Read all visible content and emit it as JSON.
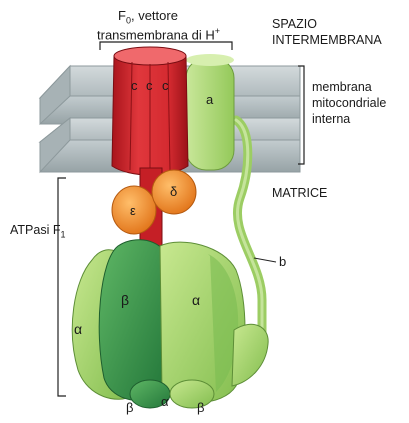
{
  "labels": {
    "f0_title_main": "F",
    "f0_title_sub": "0",
    "f0_title_rest": ", vettore",
    "f0_title_line2": "transmembrana di H",
    "f0_title_sup": "+",
    "spazio_line1": "SPAZIO",
    "spazio_line2": "INTERMEMBRANA",
    "membrana_line1": "membrana",
    "membrana_line2": "mitocondriale",
    "membrana_line3": "interna",
    "matrice": "MATRICE",
    "atpasi_main": "ATPasi F",
    "atpasi_sub": "1"
  },
  "subunits": {
    "c1": "c",
    "c2": "c",
    "c3": "c",
    "a": "a",
    "b": "b",
    "delta": "δ",
    "epsilon": "ε",
    "beta_left": "β",
    "alpha_right": "α",
    "alpha_left": "α",
    "beta_bottom_left": "β",
    "alpha_bottom": "α",
    "beta_bottom_right": "β"
  },
  "colors": {
    "membrane": "#b9c3c5",
    "c_ring": "#d8262c",
    "a_subunit": "#b6dc7a",
    "delta_epsilon": "#f08a2a",
    "beta": "#3f9a4b",
    "alpha": "#a6d46a"
  }
}
